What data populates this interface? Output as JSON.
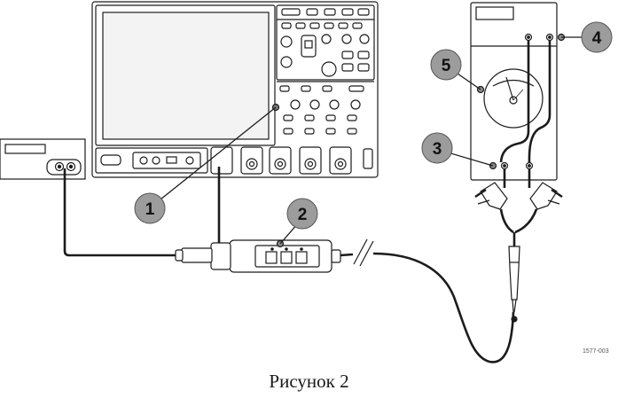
{
  "callouts": [
    {
      "number": "1"
    },
    {
      "number": "2"
    },
    {
      "number": "3"
    },
    {
      "number": "4"
    },
    {
      "number": "5"
    }
  ],
  "figure_id": "1577-003",
  "caption": "Рисунок 2",
  "colors": {
    "line": "#1c1c1c",
    "badge_fill": "#9c9c9c",
    "equipment_fill": "#ffffff",
    "screen_fill": "#f3f3f3"
  }
}
